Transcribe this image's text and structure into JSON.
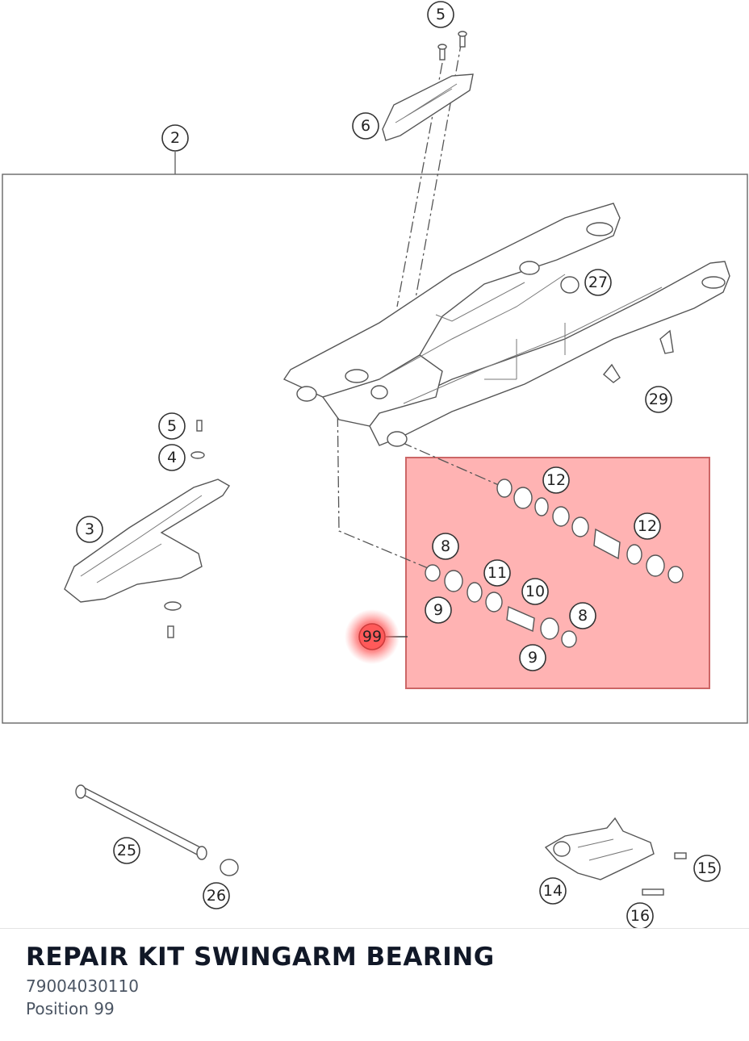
{
  "diagram": {
    "callouts": {
      "c5_top": "5",
      "c6": "6",
      "c2": "2",
      "c27": "27",
      "c29": "29",
      "c5_left": "5",
      "c4": "4",
      "c3": "3",
      "c12_a": "12",
      "c12_b": "12",
      "c8_a": "8",
      "c11": "11",
      "c10": "10",
      "c9_a": "9",
      "c8_b": "8",
      "c9_b": "9",
      "c99": "99",
      "c25": "25",
      "c26": "26",
      "c14": "14",
      "c15": "15",
      "c16": "16"
    },
    "colors": {
      "highlight_fill": "#ff9e9e",
      "highlight_border": "#cc6666",
      "active_marker": "#ff5a5a"
    }
  },
  "product": {
    "name": "REPAIR KIT SWINGARM BEARING",
    "part_number": "79004030110",
    "position_label": "Position 99"
  }
}
